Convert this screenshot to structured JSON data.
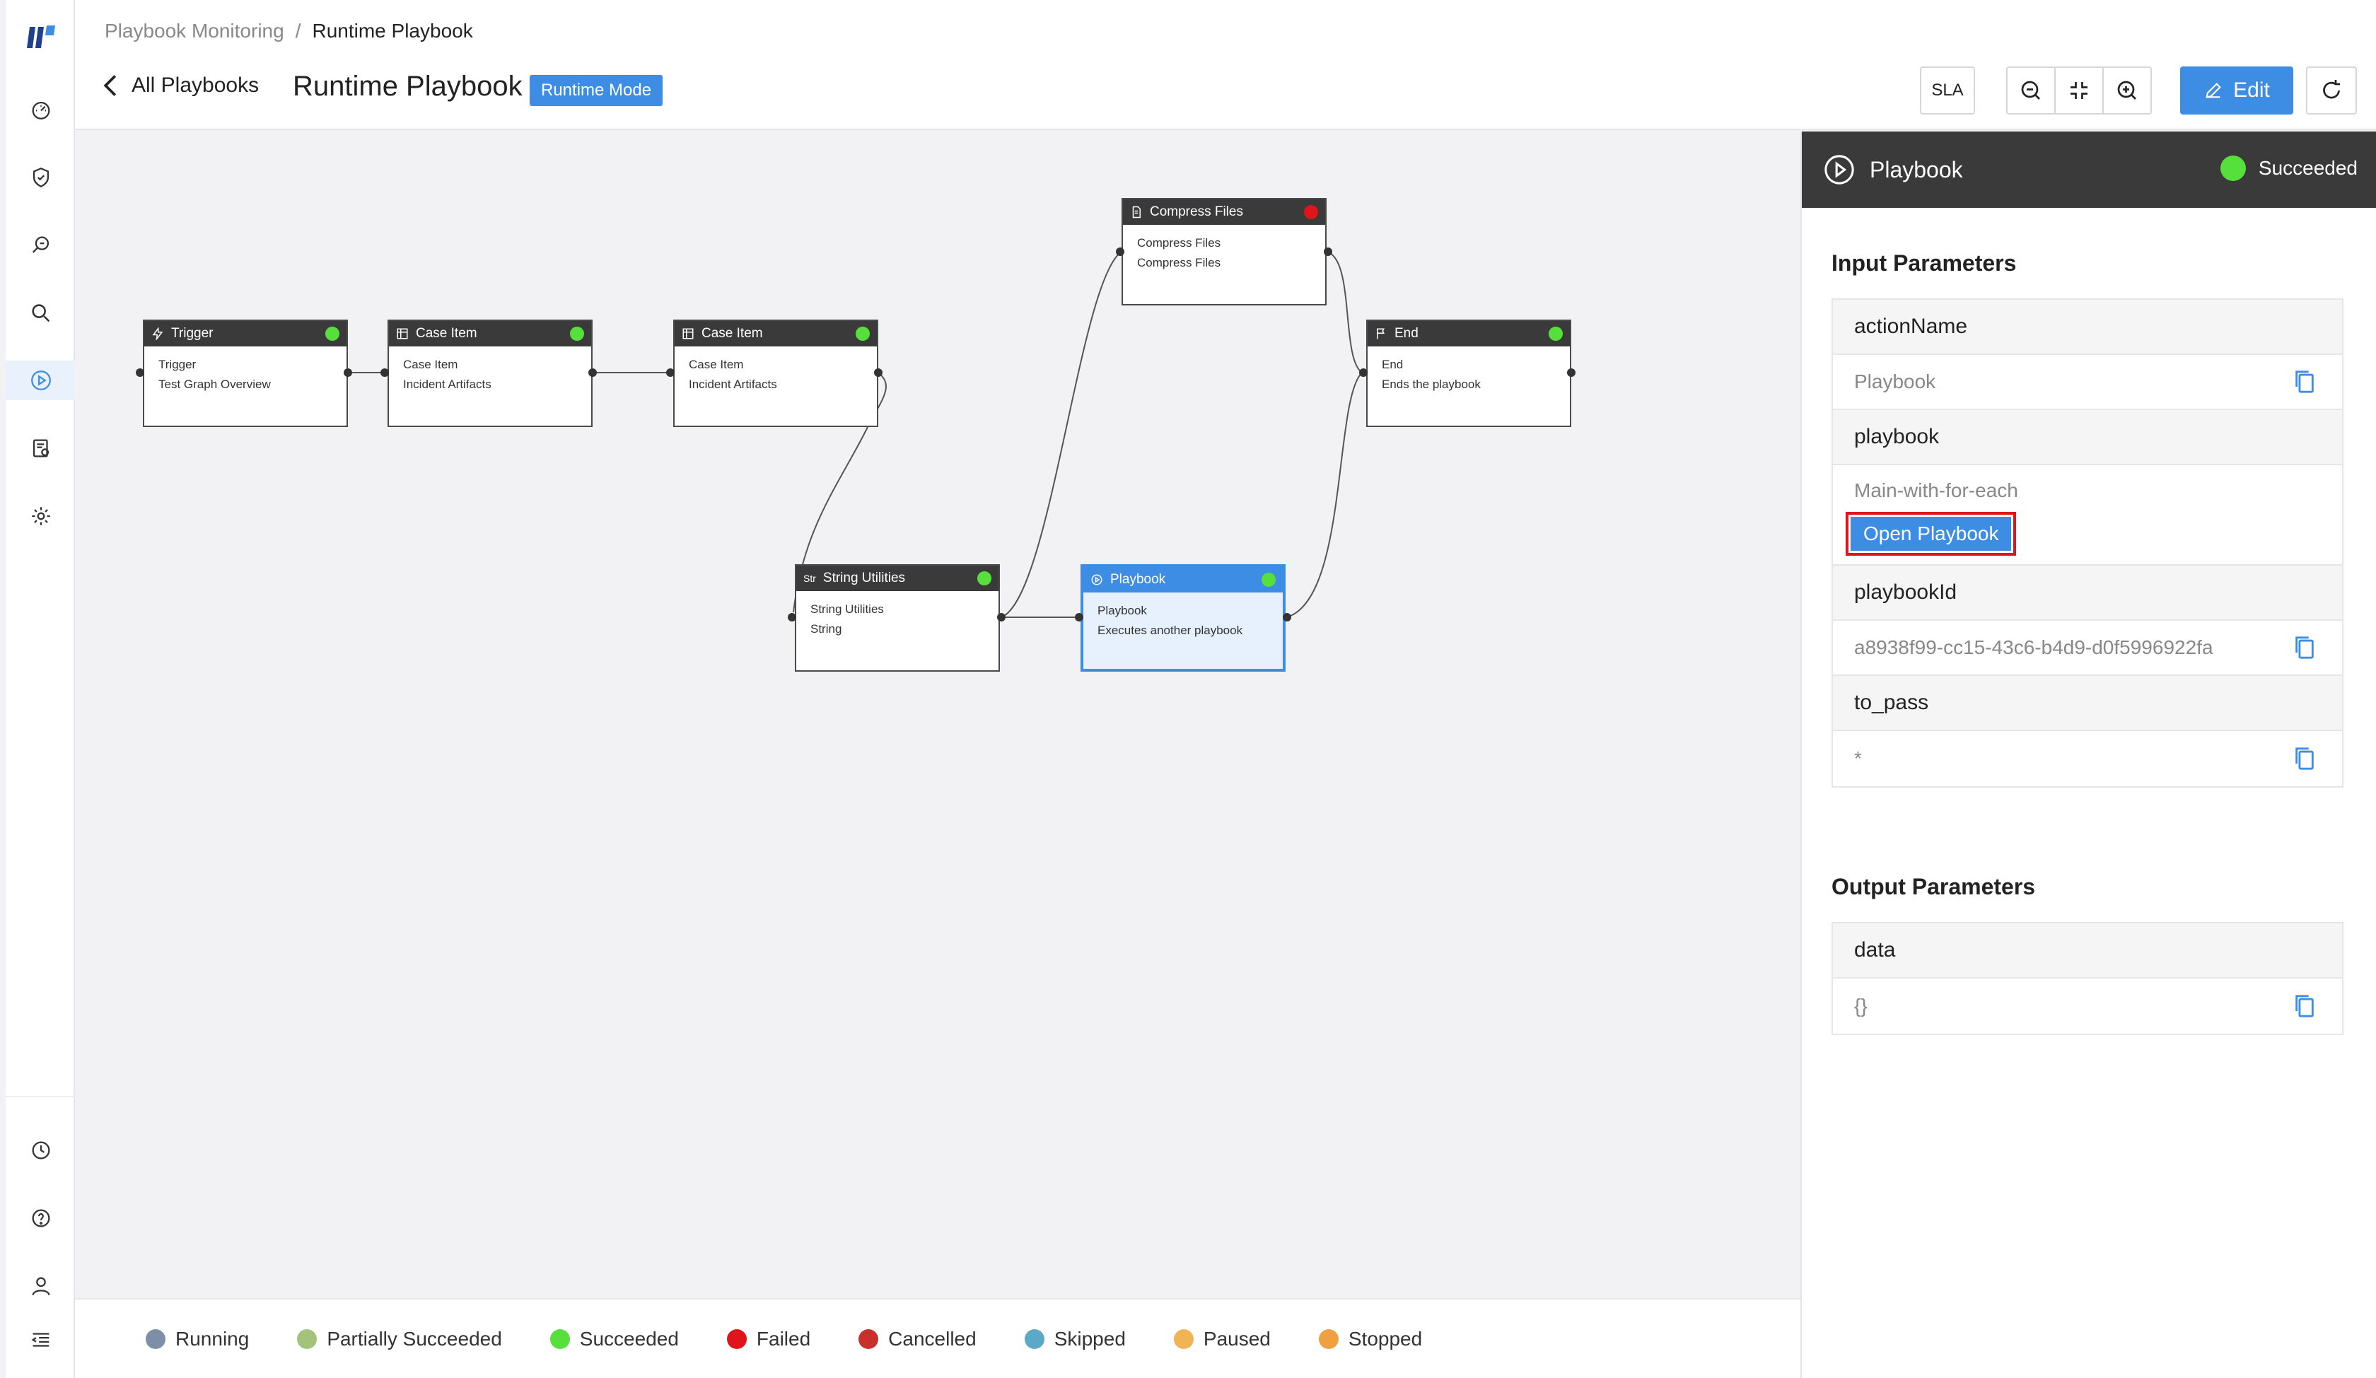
{
  "breadcrumb": {
    "parent": "Playbook Monitoring",
    "separator": "/",
    "current": "Runtime Playbook"
  },
  "header": {
    "back_label": "All Playbooks",
    "title": "Runtime Playbook",
    "mode_badge": "Runtime Mode",
    "sla_label": "SLA",
    "edit_label": "Edit"
  },
  "nodes": {
    "trigger": {
      "title": "Trigger",
      "line1": "Trigger",
      "line2": "Test Graph Overview",
      "status": "succeeded"
    },
    "case_item_1": {
      "title": "Case Item",
      "line1": "Case Item",
      "line2": "Incident Artifacts",
      "status": "succeeded"
    },
    "case_item_2": {
      "title": "Case Item",
      "line1": "Case Item",
      "line2": "Incident Artifacts",
      "status": "succeeded"
    },
    "compress_files": {
      "title": "Compress Files",
      "line1": "Compress Files",
      "line2": "Compress Files",
      "status": "failed"
    },
    "end": {
      "title": "End",
      "line1": "End",
      "line2": "Ends the playbook",
      "status": "succeeded"
    },
    "string_utilities": {
      "title": "String Utilities",
      "icon_text": "Str",
      "line1": "String Utilities",
      "line2": "String",
      "status": "succeeded"
    },
    "playbook": {
      "title": "Playbook",
      "line1": "Playbook",
      "line2": "Executes another playbook",
      "status": "succeeded"
    }
  },
  "legend": [
    {
      "label": "Running",
      "color": "#7c8fa6"
    },
    {
      "label": "Partially Succeeded",
      "color": "#a3c27a"
    },
    {
      "label": "Succeeded",
      "color": "#57e03b"
    },
    {
      "label": "Failed",
      "color": "#e0141b"
    },
    {
      "label": "Cancelled",
      "color": "#c9302c"
    },
    {
      "label": "Skipped",
      "color": "#5ba8c8"
    },
    {
      "label": "Paused",
      "color": "#f0b455"
    },
    {
      "label": "Stopped",
      "color": "#f0a040"
    }
  ],
  "panel": {
    "title": "Playbook",
    "status": "Succeeded",
    "input_title": "Input Parameters",
    "inputs": [
      {
        "key": "actionName",
        "value": "Playbook"
      },
      {
        "key": "playbook",
        "value": "Main-with-for-each",
        "button": "Open Playbook"
      },
      {
        "key": "playbookId",
        "value": "a8938f99-cc15-43c6-b4d9-d0f5996922fa"
      },
      {
        "key": "to_pass",
        "value": "*"
      }
    ],
    "output_title": "Output Parameters",
    "outputs": [
      {
        "key": "data",
        "value": "{}"
      }
    ]
  },
  "colors": {
    "accent": "#3d8de5",
    "succeeded": "#57e03b",
    "failed": "#e0141b",
    "node_header": "#3a3a3a"
  },
  "sidebar_icons": [
    "logo",
    "dashboard-icon",
    "shield-check-icon",
    "investigate-icon",
    "search-icon",
    "playbook-play-icon",
    "report-icon",
    "settings-gear-icon",
    "clock-icon",
    "help-icon",
    "user-icon",
    "collapse-menu-icon"
  ]
}
